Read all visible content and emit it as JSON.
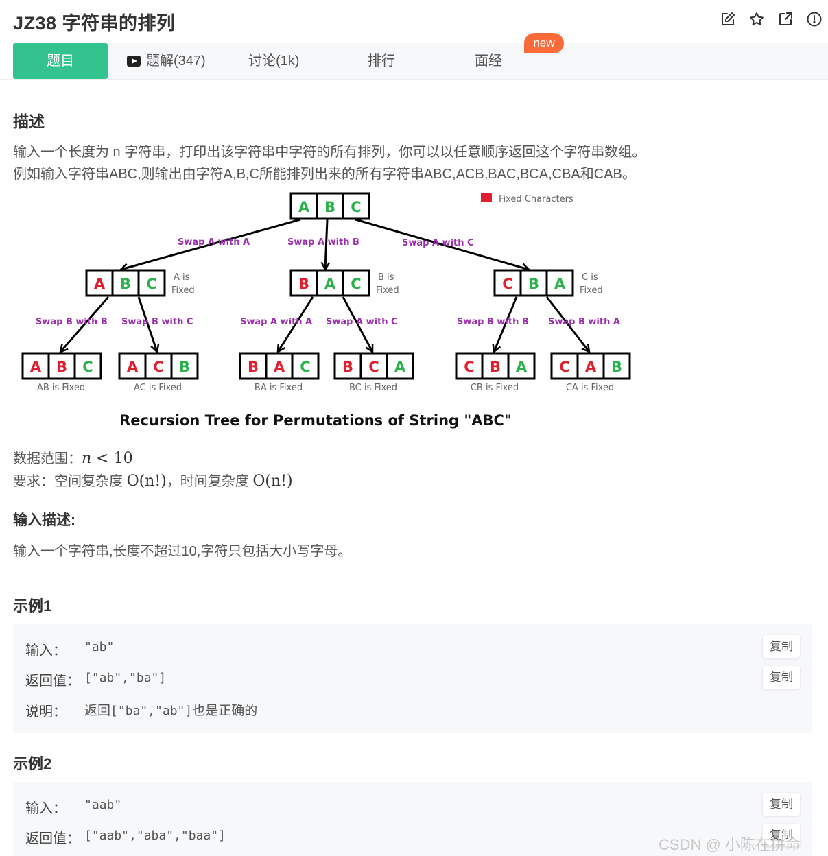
{
  "header": {
    "title": "JZ38  字符串的排列",
    "actions": [
      "edit-icon",
      "star-icon",
      "share-icon",
      "report-icon"
    ]
  },
  "tabs": [
    {
      "label": "题目"
    },
    {
      "label": "题解(347)",
      "icon": "video-play-icon"
    },
    {
      "label": "讨论(1k)"
    },
    {
      "label": "排行"
    },
    {
      "label": "面经",
      "badge": "new"
    }
  ],
  "description": {
    "heading": "描述",
    "line1": "输入一个长度为 n 字符串，打印出该字符串中字符的所有排列，你可以以任意顺序返回这个字符串数组。",
    "line2": "例如输入字符串ABC,则输出由字符A,B,C所能排列出来的所有字符串ABC,ACB,BAC,BCA,CBA和CAB。"
  },
  "figure": {
    "legend": "Fixed Characters",
    "caption": "Recursion Tree for Permutations of String \"ABC\"",
    "root": [
      "A",
      "B",
      "C"
    ],
    "level1": [
      {
        "edge": "Swap A with A",
        "chars": [
          "A",
          "B",
          "C"
        ],
        "note1": "A is",
        "note2": "Fixed",
        "fixed": 1
      },
      {
        "edge": "Swap A with B",
        "chars": [
          "B",
          "A",
          "C"
        ],
        "note1": "B is",
        "note2": "Fixed",
        "fixed": 1
      },
      {
        "edge": "Swap A with C",
        "chars": [
          "C",
          "B",
          "A"
        ],
        "note1": "C is",
        "note2": "Fixed",
        "fixed": 1
      }
    ],
    "level2": [
      {
        "edge": "Swap B with B",
        "chars": [
          "A",
          "B",
          "C"
        ],
        "label": "AB is Fixed",
        "fixed": 2
      },
      {
        "edge": "Swap B with C",
        "chars": [
          "A",
          "C",
          "B"
        ],
        "label": "AC is Fixed",
        "fixed": 2
      },
      {
        "edge": "Swap A with A",
        "chars": [
          "B",
          "A",
          "C"
        ],
        "label": "BA is Fixed",
        "fixed": 2
      },
      {
        "edge": "Swap A with C",
        "chars": [
          "B",
          "C",
          "A"
        ],
        "label": "BC is Fixed",
        "fixed": 2
      },
      {
        "edge": "Swap B with B",
        "chars": [
          "C",
          "B",
          "A"
        ],
        "label": "CB is Fixed",
        "fixed": 2
      },
      {
        "edge": "Swap B with A",
        "chars": [
          "C",
          "A",
          "B"
        ],
        "label": "CA is Fixed",
        "fixed": 2
      }
    ],
    "colors": {
      "fixed": "#e0202e",
      "free": "#2bb24c",
      "edge_label": "#9b2fae",
      "note": "#666666"
    }
  },
  "constraints": {
    "range_label": "数据范围：",
    "range_var": "n",
    "range_op": " < ",
    "range_val": "10",
    "req_label": "要求：空间复杂度 ",
    "req_space": "O(n!)",
    "req_sep": "，时间复杂度 ",
    "req_time": "O(n!)"
  },
  "input_desc": {
    "heading": "输入描述:",
    "text": "输入一个字符串,长度不超过10,字符只包括大小写字母。"
  },
  "example1": {
    "heading": "示例1",
    "input_label": "输入：",
    "input_value": "\"ab\"",
    "return_label": "返回值：",
    "return_value": "[\"ab\",\"ba\"]",
    "explain_label": "说明：",
    "explain_pre": "返回",
    "explain_code": "[\"ba\",\"ab\"]",
    "explain_post": "也是正确的",
    "copy_label": "复制"
  },
  "example2": {
    "heading": "示例2",
    "input_label": "输入：",
    "input_value": "\"aab\"",
    "return_label": "返回值：",
    "return_value": "[\"aab\",\"aba\",\"baa\"]",
    "copy_label": "复制"
  },
  "watermark": "CSDN @ 小陈在拼命"
}
